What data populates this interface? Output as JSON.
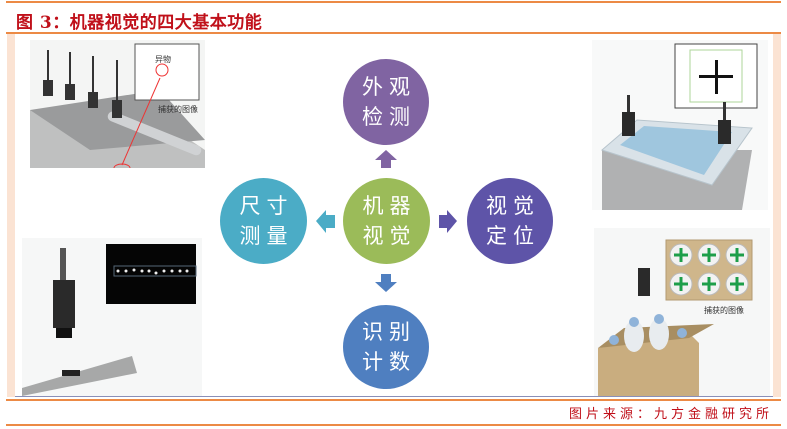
{
  "title": "图 3：机器视觉的四大基本功能",
  "center": {
    "line1": "机器",
    "line2": "视觉",
    "color": "#9bbb59"
  },
  "functions": [
    {
      "id": "top",
      "line1": "外观",
      "line2": "检测",
      "color": "#8064a2"
    },
    {
      "id": "right",
      "line1": "视觉",
      "line2": "定位",
      "color": "#5e54a8"
    },
    {
      "id": "bottom",
      "line1": "识别",
      "line2": "计数",
      "color": "#4f7fc0"
    },
    {
      "id": "left",
      "line1": "尺寸",
      "line2": "测量",
      "color": "#4bacc6"
    }
  ],
  "images": {
    "inspection": {
      "foreign_label": "异物",
      "captured_label": "捕获的图像"
    },
    "counting": {
      "captured_label": "捕获的图像"
    }
  },
  "source": "图片来源：九方金融研究所",
  "colors": {
    "accent_line": "#ec8a45",
    "title": "#c0101a",
    "strip": "#fbe3d3"
  }
}
